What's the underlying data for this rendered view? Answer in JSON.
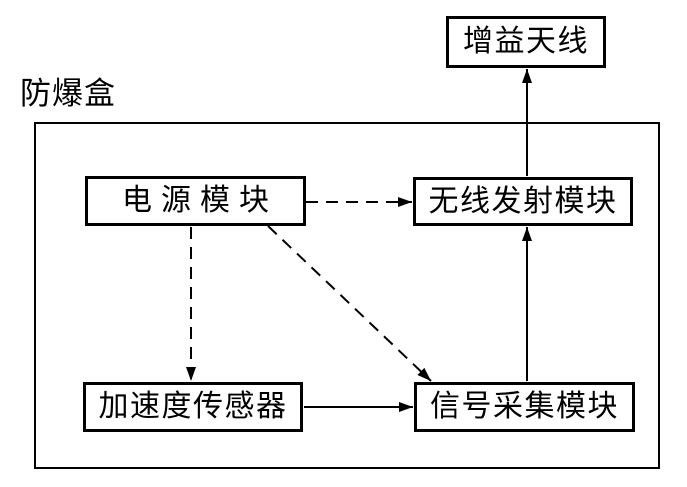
{
  "diagram": {
    "enclosure_label": "防爆盒",
    "nodes": {
      "gain_antenna": "增益天线",
      "power_module": "电源模块",
      "wireless_tx_module": "无线发射模块",
      "accel_sensor": "加速度传感器",
      "signal_acq_module": "信号采集模块"
    },
    "edges": [
      {
        "from": "电源模块",
        "to": "无线发射模块",
        "style": "dashed"
      },
      {
        "from": "电源模块",
        "to": "加速度传感器",
        "style": "dashed"
      },
      {
        "from": "电源模块",
        "to": "信号采集模块",
        "style": "dashed"
      },
      {
        "from": "加速度传感器",
        "to": "信号采集模块",
        "style": "solid"
      },
      {
        "from": "信号采集模块",
        "to": "无线发射模块",
        "style": "solid"
      },
      {
        "from": "无线发射模块",
        "to": "增益天线",
        "style": "solid"
      }
    ],
    "colors": {
      "line": "#000000",
      "background": "#ffffff",
      "text": "#000000"
    }
  }
}
